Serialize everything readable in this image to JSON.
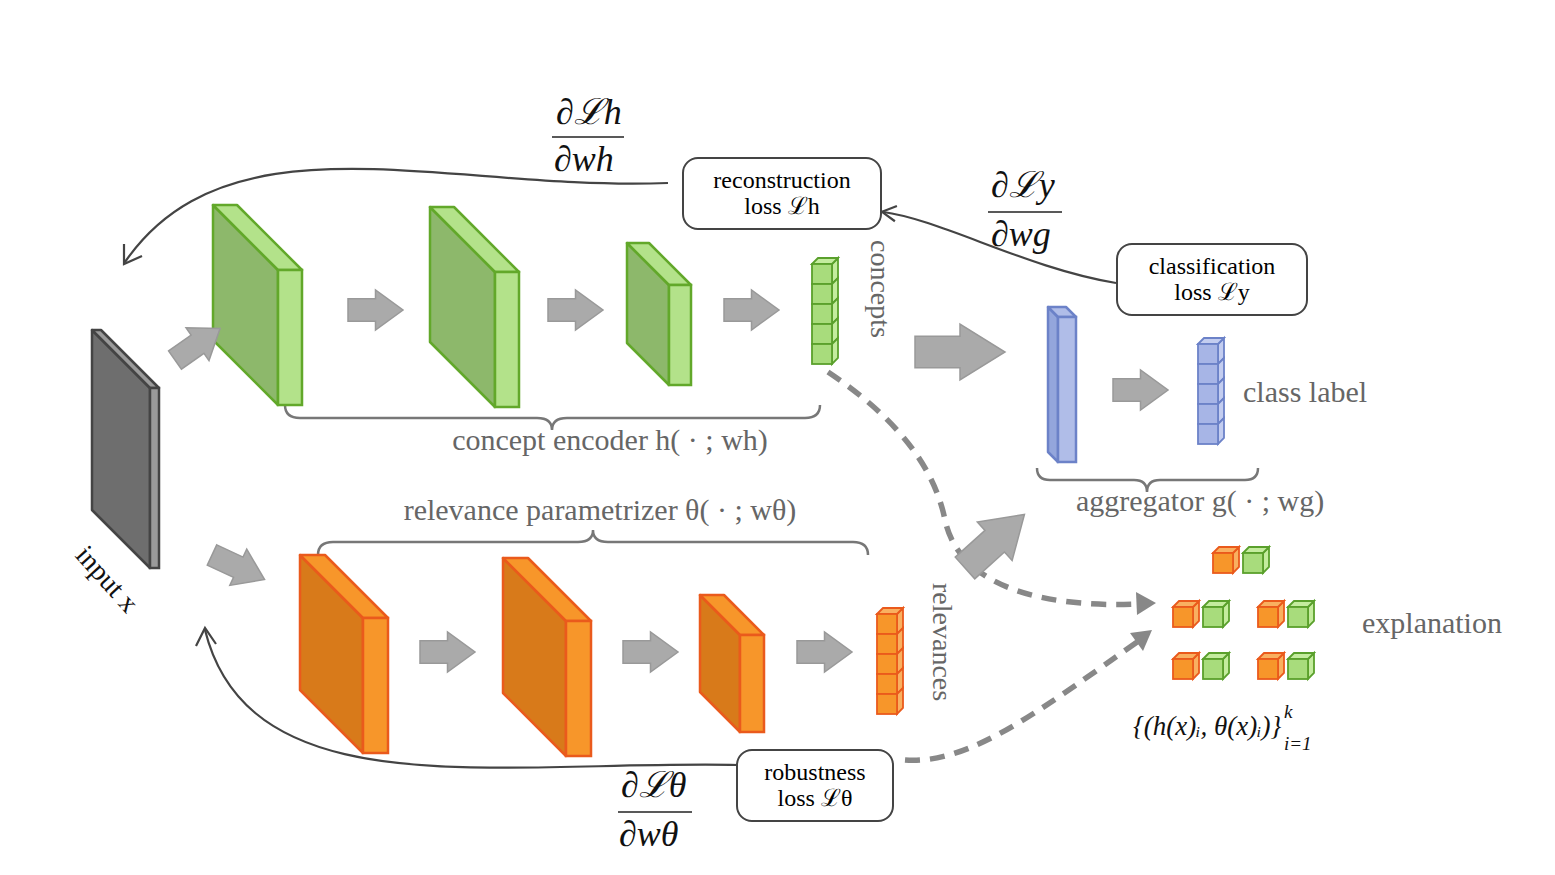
{
  "diagram": {
    "nodes": [
      {
        "text": [
          "reconstruction loss ℒh"
        ]
      },
      {
        "text": [
          "classification loss ℒy"
        ]
      },
      {
        "text": [
          "robustness loss ℒθ"
        ]
      }
    ],
    "edges": [
      {
        "from": 1,
        "to": 0,
        "arrow": "to"
      }
    ],
    "labels": [
      "∂ℒh",
      "∂wh",
      "∂ℒy",
      "∂wg",
      "∂ℒθ",
      "∂wθ",
      "concepts",
      "relevances",
      "concept encoder h( · ; wh)",
      "relevance parametrizer θ( · ; wθ)",
      "aggregator g( · ; wg)",
      "class label",
      "explanation",
      "input x",
      "{(h(x)ᵢ, θ(x)ᵢ)}",
      "k",
      "i=1"
    ]
  }
}
